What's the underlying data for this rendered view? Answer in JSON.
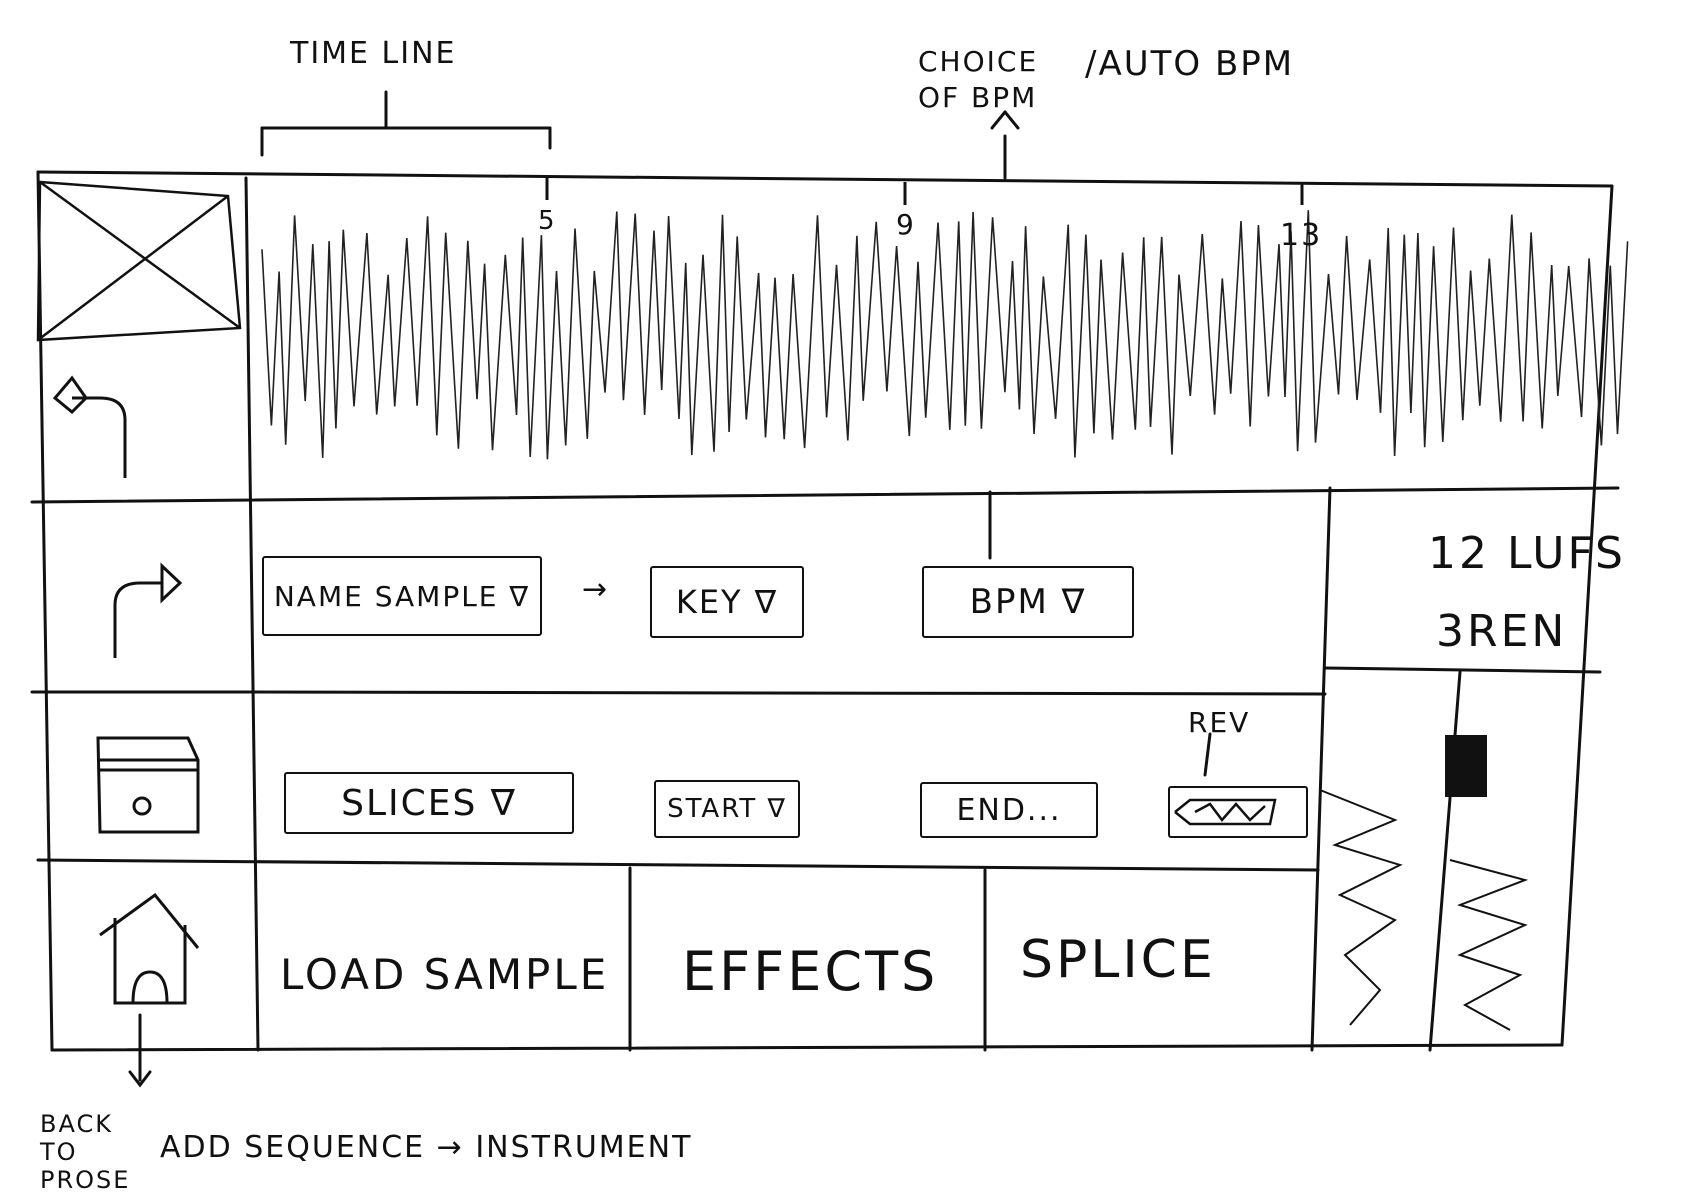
{
  "annotations": {
    "timeline": "TIME LINE",
    "bpm_choice": "CHOICE OF BPM",
    "auto_bpm": "/AUTO BPM",
    "rev": "REV",
    "back_to_prose": "BACK TO PROSE",
    "add_sequence": "ADD SEQUENCE → INSTRUMENT"
  },
  "timeline": {
    "markers": [
      "5",
      "9",
      "13"
    ]
  },
  "controls_row1": {
    "name_sample": "NAME SAMPLE ∇",
    "arrow": "→",
    "key": "KEY ∇",
    "bpm": "BPM ∇"
  },
  "controls_row2": {
    "slices": "SLICES ∇",
    "start": "START ∇",
    "end": "END...",
    "rev_toggle": ""
  },
  "bottom_tabs": {
    "load_sample": "LOAD SAMPLE",
    "effects": "EFFECTS",
    "splice": "SPLICE"
  },
  "meter": {
    "lufs": "12 LUFS",
    "ren": "3REN"
  },
  "icons": [
    "image-placeholder-icon",
    "undo-icon",
    "redo-icon",
    "save-icon",
    "home-icon"
  ]
}
